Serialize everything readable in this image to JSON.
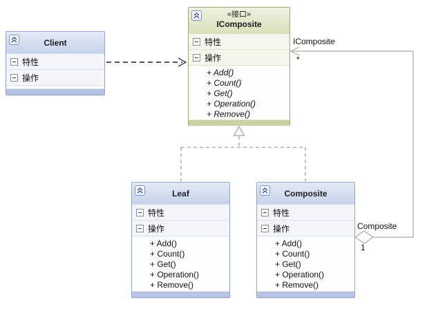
{
  "classes": {
    "client": {
      "title": "Client",
      "attributes_label": "特性",
      "operations_label": "操作"
    },
    "icomposite": {
      "stereotype": "«接口»",
      "title": "IComposite",
      "attributes_label": "特性",
      "operations_label": "操作",
      "methods": [
        "+ Add()",
        "+ Count()",
        "+ Get()",
        "+ Operation()",
        "+ Remove()"
      ]
    },
    "leaf": {
      "title": "Leaf",
      "attributes_label": "特性",
      "operations_label": "操作",
      "methods": [
        "+ Add()",
        "+ Count()",
        "+ Get()",
        "+ Operation()",
        "+ Remove()"
      ]
    },
    "composite": {
      "title": "Composite",
      "attributes_label": "特性",
      "operations_label": "操作",
      "methods": [
        "+ Add()",
        "+ Count()",
        "+ Get()",
        "+ Operation()",
        "+ Remove()"
      ]
    }
  },
  "edge_labels": {
    "aggregation_target_type": "IComposite",
    "aggregation_target_multiplicity": "*",
    "aggregation_source_role": "Composite",
    "aggregation_source_multiplicity": "1"
  },
  "colors": {
    "class_header_blue": "#c6d3ec",
    "class_border_blue": "#8ea6cc",
    "class_footer_blue": "#b6c4e2",
    "interface_header_green": "#d9e0bc",
    "interface_border_green": "#a3a378",
    "interface_footer_green": "#c9d2a4",
    "row_background": "#f3f5fa",
    "connector_gray": "#a0a0a0",
    "dependency_black": "#1a1a1a"
  }
}
